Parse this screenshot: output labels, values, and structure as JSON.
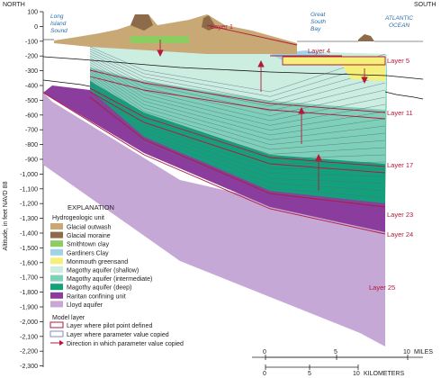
{
  "compass": {
    "north": "NORTH",
    "south": "SOUTH"
  },
  "y_axis": {
    "label": "Altitude, in feet NAVD 88",
    "ticks": [
      "100",
      "0",
      "-100",
      "-200",
      "-300",
      "-400",
      "-500",
      "-600",
      "-700",
      "-800",
      "-900",
      "-1,000",
      "-1,100",
      "-1,200",
      "-1,300",
      "-1,400",
      "-1,500",
      "-1,600",
      "-1,700",
      "-1,800",
      "-1,900",
      "-2,000",
      "-2,100",
      "-2,200",
      "-2,300"
    ]
  },
  "places": {
    "long_island_sound_1": "Long",
    "long_island_sound_2": "Island",
    "long_island_sound_3": "Sound",
    "great_south_bay_1": "Great",
    "great_south_bay_2": "South",
    "great_south_bay_3": "Bay",
    "atlantic_ocean_1": "ATLANTIC",
    "atlantic_ocean_2": "OCEAN"
  },
  "layer_labels": {
    "layer1": "Layer 1",
    "layer4": "Layer 4",
    "layer5": "Layer 5",
    "layer11": "Layer 11",
    "layer17": "Layer 17",
    "layer23": "Layer 23",
    "layer24": "Layer 24",
    "layer25": "Layer 25"
  },
  "legend": {
    "title": "EXPLANATION",
    "unit_heading": "Hydrogeologic unit",
    "units": [
      {
        "label": "Glacial outwash",
        "color": "#c8a874"
      },
      {
        "label": "Glacial moraine",
        "color": "#8c6a4a"
      },
      {
        "label": "Smithtown clay",
        "color": "#8ccd62"
      },
      {
        "label": "Gardiners Clay",
        "color": "#9fd4e6"
      },
      {
        "label": "Monmouth greensand",
        "color": "#f5f07a"
      },
      {
        "label": "Magothy aquifer (shallow)",
        "color": "#cbeee0"
      },
      {
        "label": "Magothy aquifer (intermediate)",
        "color": "#7fd0b8"
      },
      {
        "label": "Magothy aquifer (deep)",
        "color": "#13a17c"
      },
      {
        "label": "Raritan confining unit",
        "color": "#8a3d9c"
      },
      {
        "label": "Lloyd aquifer",
        "color": "#c6a8d6"
      }
    ],
    "model_heading": "Model layer",
    "model_items": [
      "Layer where pilot point defined",
      "Layer where parameter value copied",
      "Direction in which parameter value copied"
    ]
  },
  "scale_bar": {
    "miles_ticks": [
      "0",
      "5",
      "10"
    ],
    "miles_unit": "MILES",
    "km_ticks": [
      "0",
      "5",
      "10"
    ],
    "km_unit": "KILOMETERS"
  },
  "colors": {
    "pilot_layer_outline": "#b3193a",
    "copied_layer_outline": "#7d8fc4",
    "arrow": "#b3193a"
  }
}
